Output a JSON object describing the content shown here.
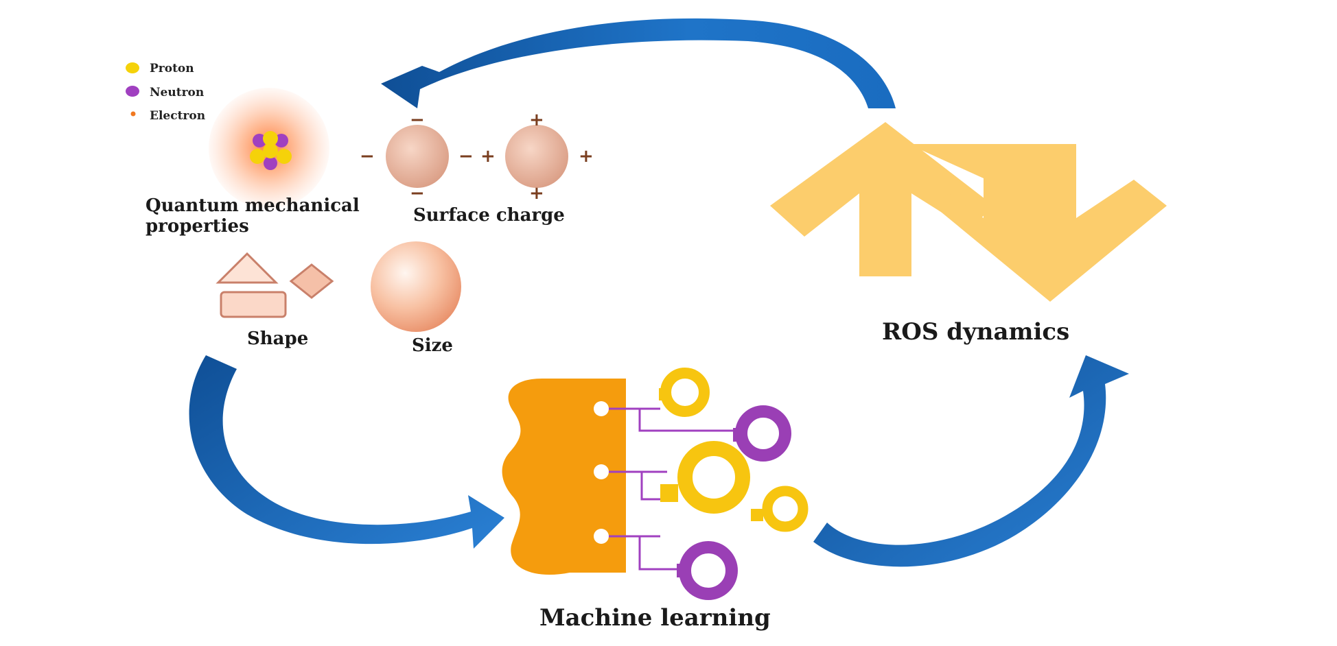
{
  "legend": {
    "proton": {
      "label": "Proton",
      "color": "#f5d20a"
    },
    "neutron": {
      "label": "Neutron",
      "color": "#a040c0"
    },
    "electron": {
      "label": "Electron",
      "color": "#f07820"
    }
  },
  "properties": {
    "quantum": {
      "line1": "Quantum mechanical",
      "line2": "properties"
    },
    "surface_charge": {
      "label": "Surface charge",
      "minus": "−",
      "plus": "+"
    },
    "shape": {
      "label": "Shape"
    },
    "size": {
      "label": "Size"
    }
  },
  "ros": {
    "label": "ROS dynamics",
    "color": "#fccd6c"
  },
  "ml": {
    "label": "Machine learning",
    "color": "#f59c0d"
  },
  "colors": {
    "arrow": "#1c6fc2",
    "accent_yellow": "#f7c510",
    "accent_purple": "#9a3fb5"
  }
}
